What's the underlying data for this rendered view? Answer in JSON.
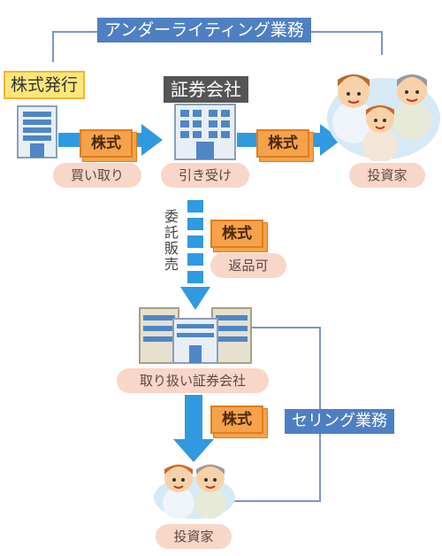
{
  "top_banner": "アンダーライティング業務",
  "issuer_label": "株式発行",
  "securities_company_label": "証券会社",
  "stock_label": "株式",
  "pill_buy": "買い取り",
  "pill_underwrite": "引き受け",
  "pill_investor_top": "投資家",
  "consign_vertical": "委託販売",
  "returnable": "返品可",
  "handling_company": "取り扱い証券会社",
  "selling_banner": "セリング業務",
  "pill_investor_bottom": "投資家",
  "colors": {
    "accent_blue": "#4f7fc3",
    "arrow_blue": "#2f9ae0",
    "stock_orange": "#f6a24b",
    "issuer_yellow": "#fde67a",
    "pill_pink": "#f8d6c8",
    "line_blue": "#7b96c8"
  }
}
